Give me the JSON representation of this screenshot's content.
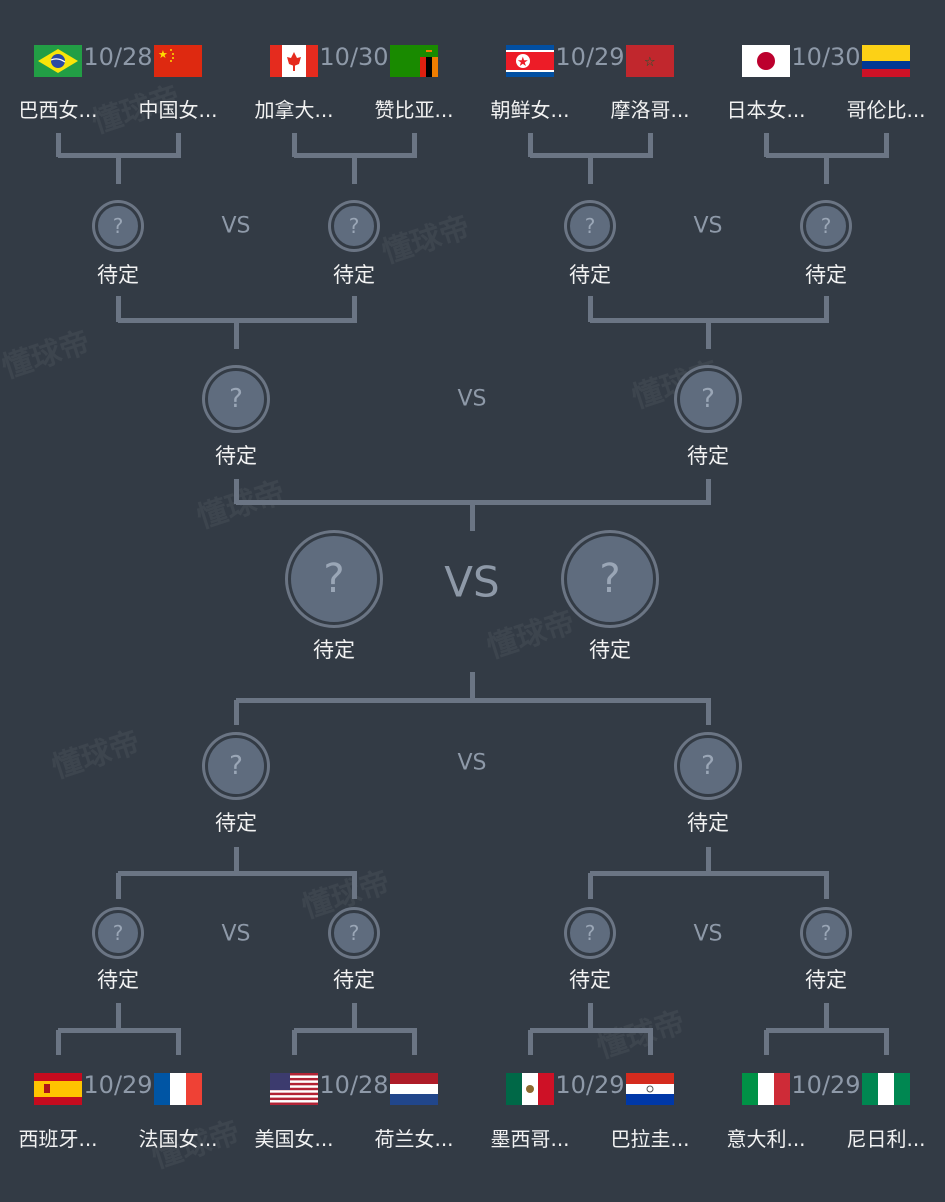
{
  "watermark": "懂球帝",
  "pending_label": "待定",
  "vs_label": "VS",
  "unknown_symbol": "?",
  "colors": {
    "background": "#333b45",
    "line": "#6b7584",
    "circle": "#5f6c7e"
  },
  "top_matches": [
    {
      "date": "10/28",
      "home": {
        "name": "巴西女...",
        "flag": "brazil"
      },
      "away": {
        "name": "中国女...",
        "flag": "china"
      }
    },
    {
      "date": "10/30",
      "home": {
        "name": "加拿大...",
        "flag": "canada"
      },
      "away": {
        "name": "赞比亚...",
        "flag": "zambia"
      }
    },
    {
      "date": "10/29",
      "home": {
        "name": "朝鲜女...",
        "flag": "north-korea"
      },
      "away": {
        "name": "摩洛哥...",
        "flag": "morocco"
      }
    },
    {
      "date": "10/30",
      "home": {
        "name": "日本女...",
        "flag": "japan"
      },
      "away": {
        "name": "哥伦比...",
        "flag": "colombia"
      }
    }
  ],
  "bottom_matches": [
    {
      "date": "10/29",
      "home": {
        "name": "西班牙...",
        "flag": "spain"
      },
      "away": {
        "name": "法国女...",
        "flag": "france"
      }
    },
    {
      "date": "10/28",
      "home": {
        "name": "美国女...",
        "flag": "usa"
      },
      "away": {
        "name": "荷兰女...",
        "flag": "netherlands"
      }
    },
    {
      "date": "10/29",
      "home": {
        "name": "墨西哥...",
        "flag": "mexico"
      },
      "away": {
        "name": "巴拉圭...",
        "flag": "paraguay"
      }
    },
    {
      "date": "10/29",
      "home": {
        "name": "意大利...",
        "flag": "italy"
      },
      "away": {
        "name": "尼日利...",
        "flag": "nigeria"
      }
    }
  ]
}
